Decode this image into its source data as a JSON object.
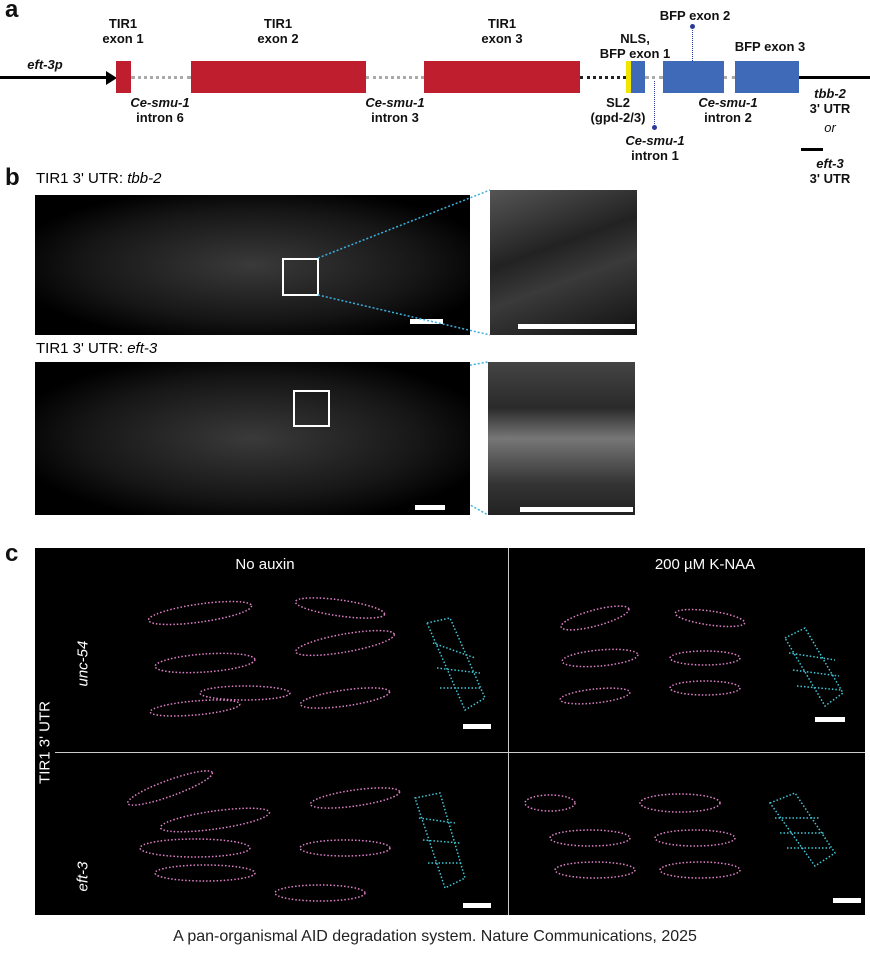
{
  "panel_a": {
    "label": "a",
    "promoter": "eft-3p",
    "exons": [
      {
        "name": "TIR1 exon 1",
        "line1": "TIR1",
        "line2": "exon 1",
        "color": "#be1e2d"
      },
      {
        "name": "TIR1 exon 2",
        "line1": "TIR1",
        "line2": "exon 2",
        "color": "#be1e2d"
      },
      {
        "name": "TIR1 exon 3",
        "line1": "TIR1",
        "line2": "exon 3",
        "color": "#be1e2d"
      },
      {
        "name": "NLS, BFP exon 1",
        "line1": "NLS,",
        "line2": "BFP exon 1",
        "color": "#3e6ab8"
      },
      {
        "name": "BFP exon 2",
        "line1": "BFP exon 2",
        "color": "#3e6ab8"
      },
      {
        "name": "BFP exon 3",
        "line1": "BFP exon 3",
        "color": "#3e6ab8"
      }
    ],
    "nls_color": "#f2e600",
    "introns": [
      {
        "line1": "Ce-smu-1",
        "line2": "intron 6"
      },
      {
        "line1": "Ce-smu-1",
        "line2": "intron 3"
      },
      {
        "line1": "Ce-smu-1",
        "line2": "intron 1"
      },
      {
        "line1": "Ce-smu-1",
        "line2": "intron 2"
      }
    ],
    "sl2": {
      "line1": "SL2",
      "line2": "(gpd-2/3)"
    },
    "utr1": {
      "line1": "tbb-2",
      "line2": "3' UTR"
    },
    "or": "or",
    "utr2": {
      "line1": "eft-3",
      "line2": "3' UTR"
    }
  },
  "panel_b": {
    "label": "b",
    "rows": [
      {
        "prefix": "TIR1 3' UTR: ",
        "gene": "tbb-2"
      },
      {
        "prefix": "TIR1 3' UTR: ",
        "gene": "eft-3"
      }
    ]
  },
  "panel_c": {
    "label": "c",
    "columns": [
      "No auxin",
      "200 µM K-NAA"
    ],
    "row_title": "TIR1 3' UTR",
    "rows": [
      "unc-54",
      "eft-3"
    ],
    "outline_colors": {
      "muscle": "#e080c8",
      "pharynx": "#40c8d8"
    }
  },
  "caption": "A pan-organismal AID degradation system. Nature Communications, 2025"
}
